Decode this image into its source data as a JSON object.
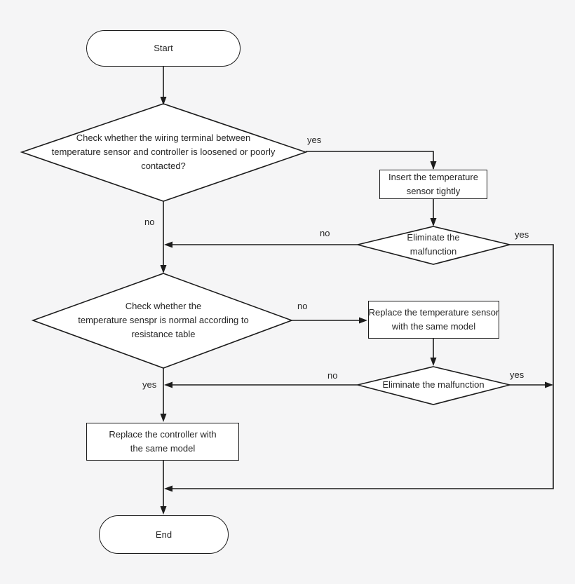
{
  "diagram": {
    "bg_color": "#f5f5f6",
    "node_fill_color": "#ffffff",
    "line_color": "#1c1c1c",
    "text_color": "#262626"
  },
  "nodes": {
    "start": {
      "label": "Start"
    },
    "check_wiring": {
      "lines": [
        "Check whether the wiring terminal between",
        "temperature sensor and controller is loosened or poorly",
        "contacted?"
      ]
    },
    "insert_sensor": {
      "lines": [
        "Insert the temperature",
        "sensor tightly"
      ]
    },
    "eliminate_1": {
      "lines": [
        "Eliminate the",
        "malfunction"
      ]
    },
    "check_sensor": {
      "lines": [
        "Check whether the",
        "temperature senspr is normal according to",
        "resistance table"
      ]
    },
    "replace_sensor": {
      "lines": [
        "Replace the temperature sensor",
        "with the same model"
      ]
    },
    "eliminate_2": {
      "lines": [
        "Eliminate the malfunction"
      ]
    },
    "replace_controller": {
      "lines": [
        "Replace the controller with",
        "the same model"
      ]
    },
    "end": {
      "label": "End"
    }
  },
  "edge_labels": {
    "wiring_yes": "yes",
    "wiring_no": "no",
    "eliminate1_no": "no",
    "eliminate1_yes": "yes",
    "sensor_no": "no",
    "sensor_yes": "yes",
    "eliminate2_no": "no",
    "eliminate2_yes": "yes"
  }
}
